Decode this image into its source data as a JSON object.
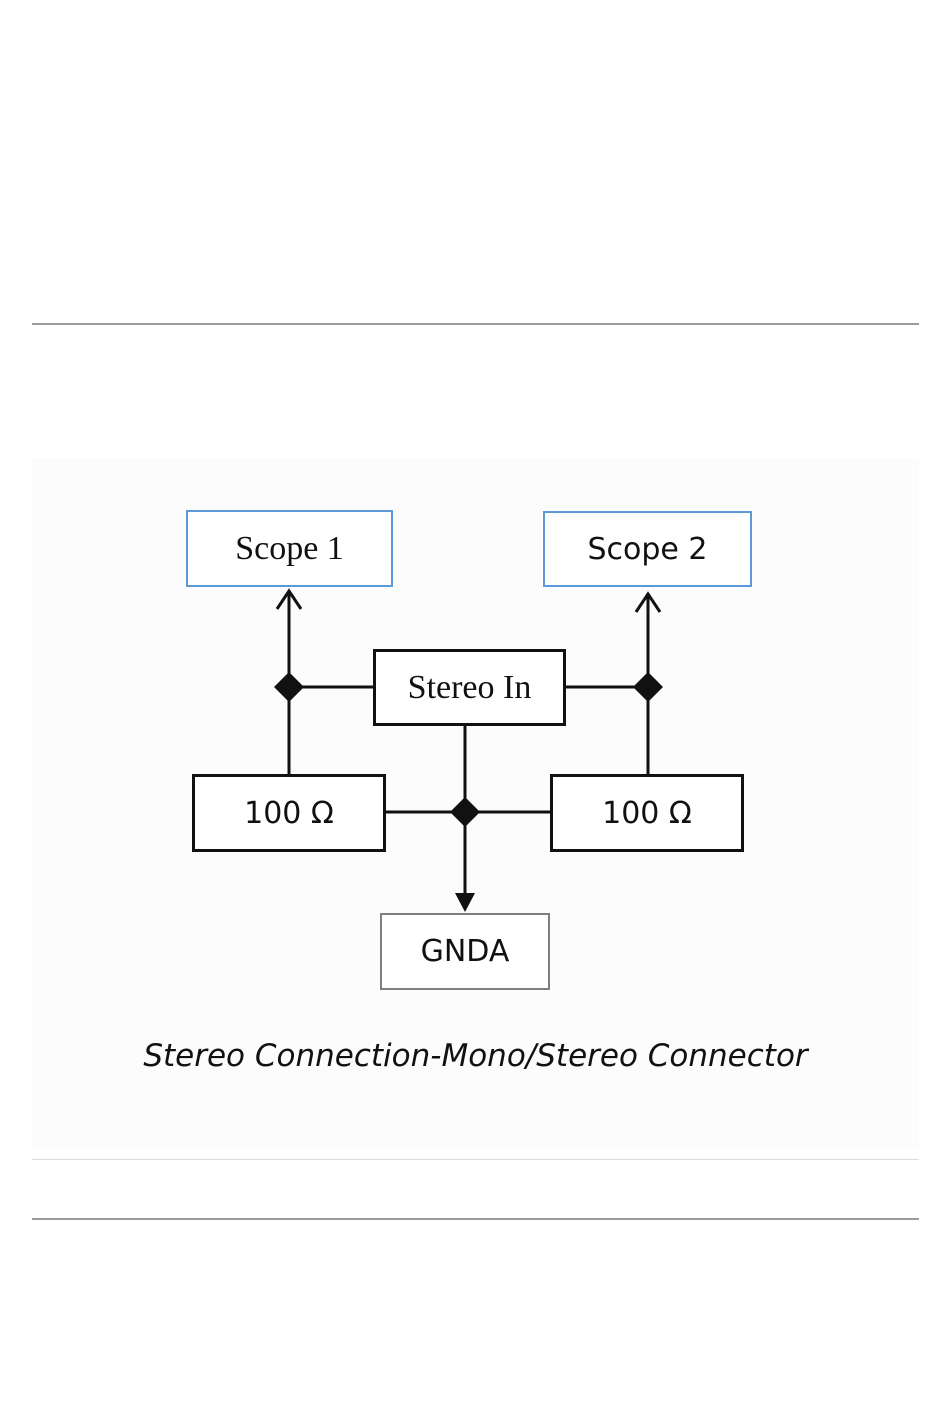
{
  "diagram": {
    "nodes": {
      "scope1": "Scope 1",
      "scope2": "Scope 2",
      "stereo_in": "Stereo In",
      "resistor_left": "100 Ω",
      "resistor_right": "100 Ω",
      "ground": "GNDA"
    },
    "caption": "Stereo Connection-Mono/Stereo Connector",
    "colors": {
      "scope_border": "#5b9bd5",
      "line": "#111111",
      "ground_border": "#7f7f7f"
    }
  }
}
